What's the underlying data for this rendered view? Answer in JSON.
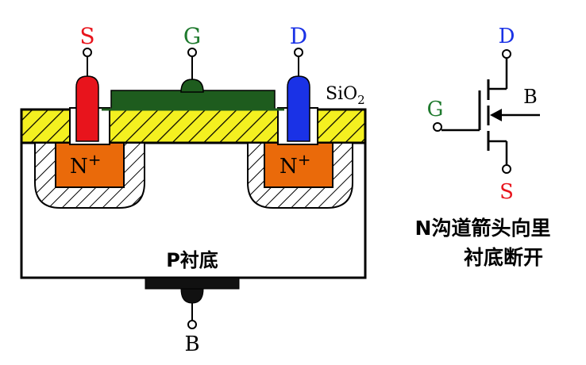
{
  "colors": {
    "source": "#e8141c",
    "gate": "#1f7a2e",
    "drain": "#1a32e6",
    "oxide": "#f4f020",
    "n_region": "#ea6a0a",
    "gate_metal": "#1e5c1e",
    "outline": "#000000"
  },
  "device": {
    "terminal_s": "S",
    "terminal_g": "G",
    "terminal_d": "D",
    "terminal_b": "B",
    "oxide_label": "SiO",
    "oxide_subscript": "2",
    "n_plus_left": "N",
    "n_plus_right": "N",
    "n_plus_superscript": "+",
    "substrate_label": "P衬底"
  },
  "symbol": {
    "terminal_d": "D",
    "terminal_g": "G",
    "terminal_b": "B",
    "terminal_s": "S"
  },
  "caption": {
    "line1": "N沟道箭头向里",
    "line2": "衬底断开"
  }
}
